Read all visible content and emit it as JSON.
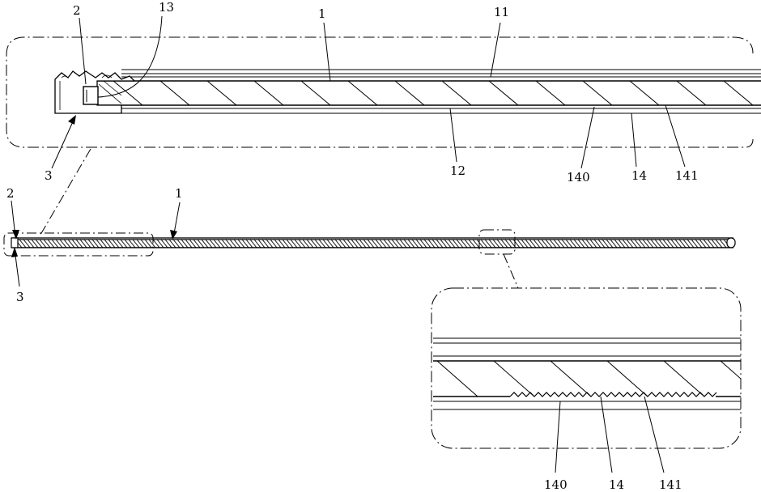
{
  "labels": {
    "top_2": "2",
    "top_13": "13",
    "top_1": "1",
    "top_11": "11",
    "top_3": "3",
    "top_12": "12",
    "top_140": "140",
    "top_14": "14",
    "top_141": "141",
    "mid_2": "2",
    "mid_1": "1",
    "mid_3": "3",
    "bot_140": "140",
    "bot_14": "14",
    "bot_141": "141"
  }
}
